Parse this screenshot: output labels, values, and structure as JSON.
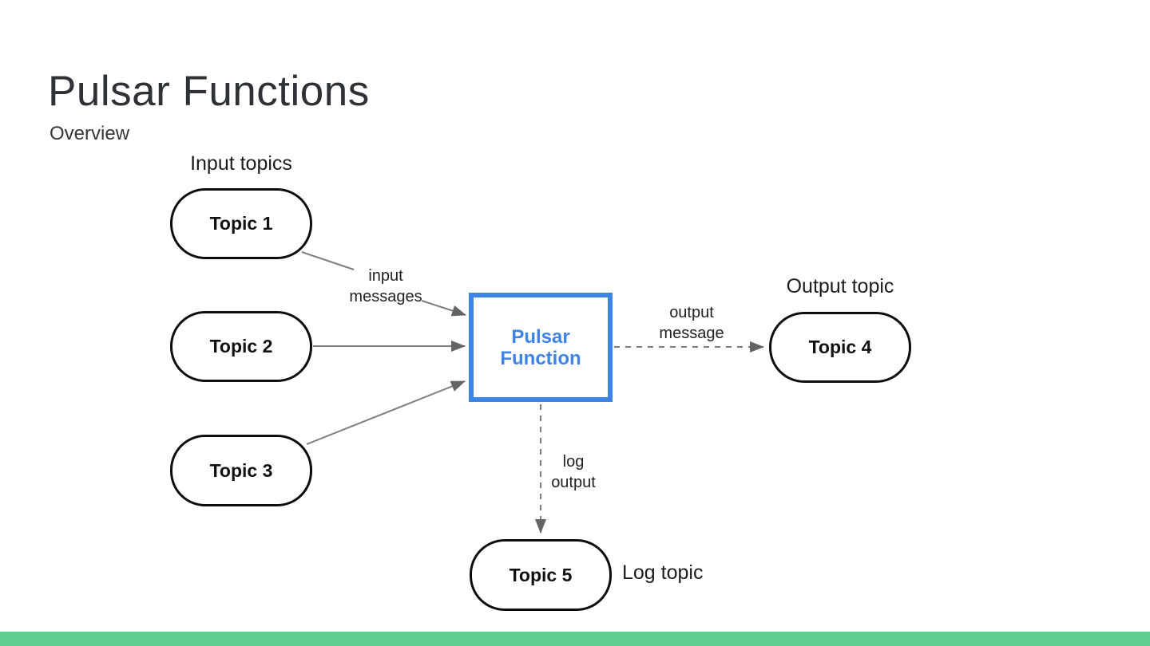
{
  "slide": {
    "title": "Pulsar Functions",
    "subtitle": "Overview"
  },
  "diagram": {
    "group_labels": {
      "input_topics": "Input topics",
      "output_topic": "Output topic",
      "log_topic": "Log topic"
    },
    "nodes": {
      "topic1": "Topic 1",
      "topic2": "Topic 2",
      "topic3": "Topic 3",
      "topic4": "Topic 4",
      "topic5": "Topic 5",
      "function": "Pulsar Function"
    },
    "edge_labels": {
      "input_messages": "input\nmessages",
      "output_message": "output\nmessage",
      "log_output": "log\noutput"
    }
  },
  "colors": {
    "accent_bar_green": "#61cd8f",
    "function_blue": "#3e84e4",
    "node_border_black": "#0d0d0d",
    "arrow_gray": "#6f6f6f"
  }
}
